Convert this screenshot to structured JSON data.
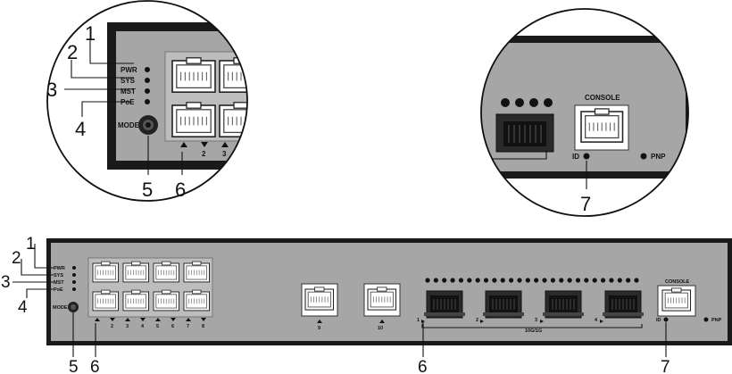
{
  "led_labels": [
    "PWR",
    "SYS",
    "MST",
    "PoE"
  ],
  "mode_label": "MODE",
  "console_label": "CONSOLE",
  "id_label": "ID",
  "pnp_label": "PNP",
  "sfp_group_label": "10G/1G",
  "callouts": {
    "pwr": "1",
    "sys": "2",
    "mst": "3",
    "poe": "4",
    "mode": "5",
    "ports": "6",
    "id": "7"
  },
  "zoom_port_numbers": [
    "2",
    "3"
  ],
  "bottom_port_numbers": [
    "2",
    "3",
    "4",
    "5",
    "6",
    "7",
    "8"
  ],
  "single_ports": [
    "9",
    "10"
  ],
  "sfp_ports": [
    "1",
    "2",
    "3",
    "4"
  ],
  "colors": {
    "panel": "#a6a6a6",
    "frame": "#1a1a1a",
    "ink": "#111111"
  }
}
